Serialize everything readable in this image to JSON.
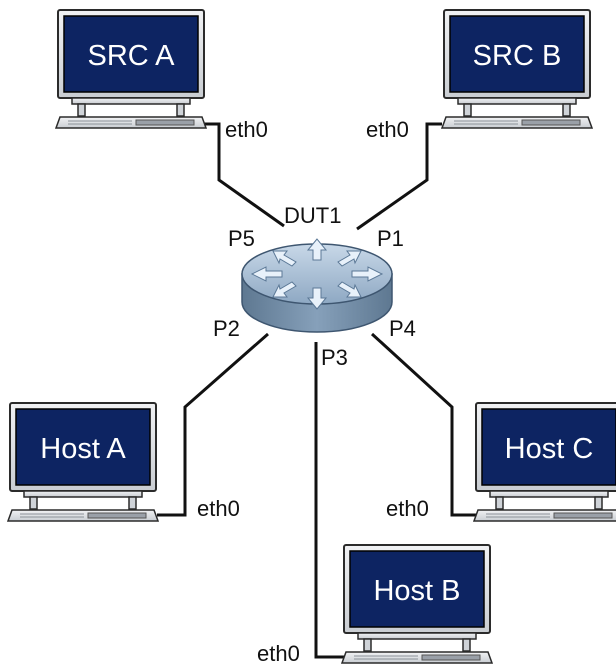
{
  "router": {
    "name": "DUT1",
    "ports": {
      "p1": "P1",
      "p2": "P2",
      "p3": "P3",
      "p4": "P4",
      "p5": "P5"
    }
  },
  "hosts": {
    "src_a": {
      "label": "SRC A",
      "iface": "eth0"
    },
    "src_b": {
      "label": "SRC B",
      "iface": "eth0"
    },
    "host_a": {
      "label": "Host A",
      "iface": "eth0"
    },
    "host_b": {
      "label": "Host B",
      "iface": "eth0"
    },
    "host_c": {
      "label": "Host C",
      "iface": "eth0"
    }
  },
  "colors": {
    "screen": "#0d2462",
    "bezel": "#dfe2e6",
    "bezel_outline": "#2b2b2b",
    "router_top": "#a9bfd4",
    "router_side": "#6f8aa6",
    "router_arrow": "#e8f1fa",
    "cable": "#111111"
  }
}
